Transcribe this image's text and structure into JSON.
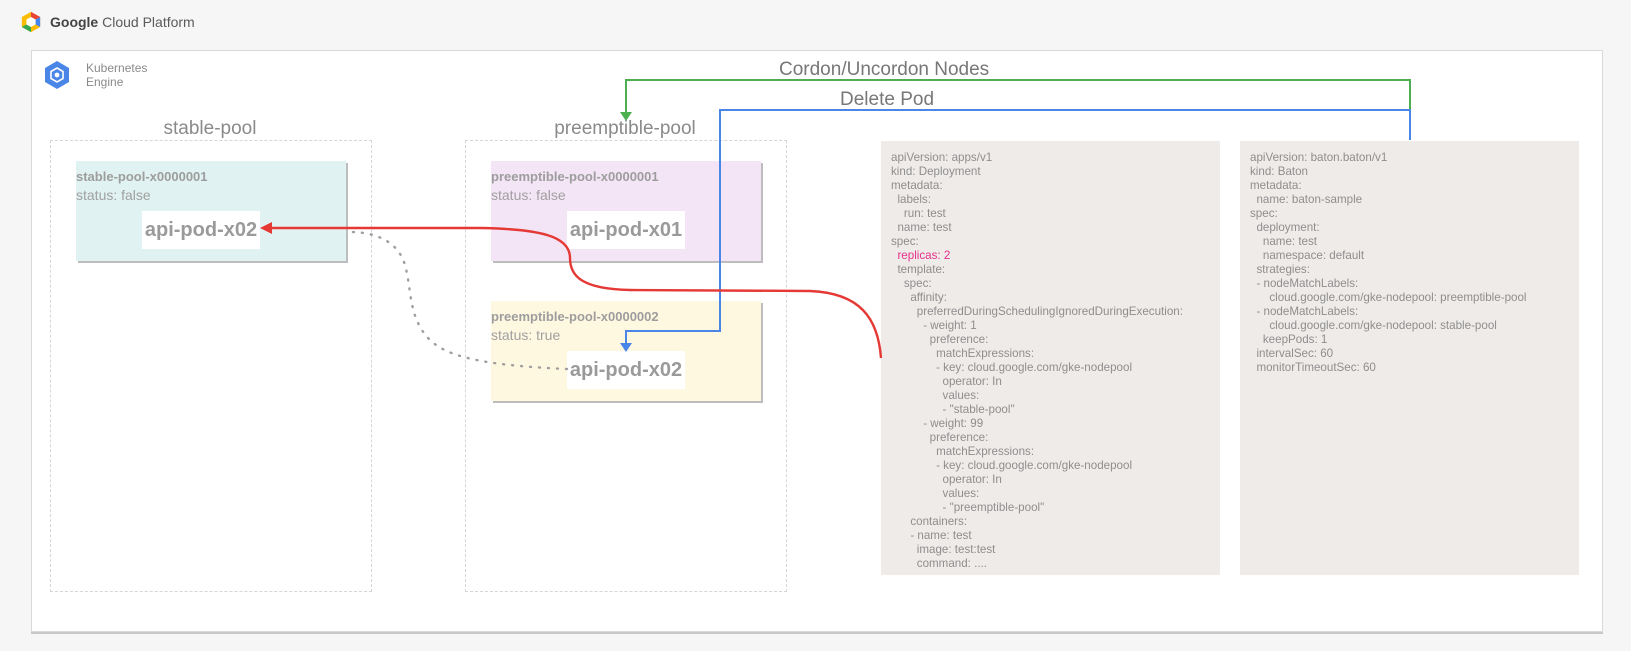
{
  "header": {
    "brand_bold": "Google",
    "brand_rest": " Cloud Platform"
  },
  "engine": {
    "label_line1": "Kubernetes",
    "label_line2": "Engine"
  },
  "pools": {
    "stable": {
      "title": "stable-pool",
      "node1": {
        "name": "stable-pool-x0000001",
        "status": "status: false",
        "pod": "api-pod-x02",
        "color": "#e0f2f1"
      }
    },
    "preemptible": {
      "title": "preemptible-pool",
      "node1": {
        "name": "preemptible-pool-x0000001",
        "status": "status: false",
        "pod": "api-pod-x01",
        "color": "#f3e5f5"
      },
      "node2": {
        "name": "preemptible-pool-x0000002",
        "status": "status: true",
        "pod": "api-pod-x02",
        "color": "#fff8e1"
      }
    }
  },
  "arrows": {
    "cordon_label": "Cordon/Uncordon Nodes",
    "delete_label": "Delete Pod",
    "cordon_color": "#4caf50",
    "delete_color": "#4a86e8",
    "schedule_color": "#e53935",
    "migrate_color": "#9e9e9e"
  },
  "yaml_deployment": [
    "apiVersion: apps/v1",
    "kind: Deployment",
    "metadata:",
    "  labels:",
    "    run: test",
    "  name: test",
    "spec:",
    "  replicas: 2",
    "  template:",
    "    spec:",
    "      affinity:",
    "        preferredDuringSchedulingIgnoredDuringExecution:",
    "          - weight: 1",
    "            preference:",
    "              matchExpressions:",
    "              - key: cloud.google.com/gke-nodepool",
    "                operator: In",
    "                values:",
    "                - \"stable-pool\"",
    "          - weight: 99",
    "            preference:",
    "              matchExpressions:",
    "              - key: cloud.google.com/gke-nodepool",
    "                operator: In",
    "                values:",
    "                - \"preemptible-pool\"",
    "      containers:",
    "      - name: test",
    "        image: test:test",
    "        command: ...."
  ],
  "yaml_highlight_index": 7,
  "yaml_baton": [
    "apiVersion: baton.baton/v1",
    "kind: Baton",
    "metadata:",
    "  name: baton-sample",
    "spec:",
    "  deployment:",
    "    name: test",
    "    namespace: default",
    "  strategies:",
    "  - nodeMatchLabels:",
    "      cloud.google.com/gke-nodepool: preemptible-pool",
    "  - nodeMatchLabels:",
    "      cloud.google.com/gke-nodepool: stable-pool",
    "    keepPods: 1",
    "  intervalSec: 60",
    "  monitorTimeoutSec: 60"
  ]
}
